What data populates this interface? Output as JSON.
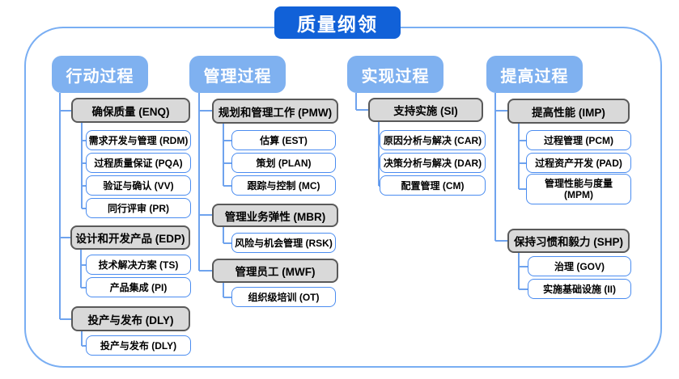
{
  "title": "质量纲领",
  "colors": {
    "title_bg": "#1161d8",
    "column_header_bg": "#7fb1f0",
    "group_fill": "#d9d9d9",
    "group_border": "#595959",
    "leaf_border": "#4a8cf0",
    "connector_line": "#6fa3ee",
    "outer_frame_border": "#79aef3"
  },
  "columns": [
    {
      "header": "行动过程",
      "groups": [
        {
          "label": "确保质量 (ENQ)",
          "children": [
            "需求开发与管理 (RDM)",
            "过程质量保证 (PQA)",
            "验证与确认 (VV)",
            "同行评审 (PR)"
          ]
        },
        {
          "label": "设计和开发产品 (EDP)",
          "children": [
            "技术解决方案 (TS)",
            "产品集成 (PI)"
          ]
        },
        {
          "label": "投产与发布 (DLY)",
          "children": [
            "投产与发布 (DLY)"
          ]
        }
      ]
    },
    {
      "header": "管理过程",
      "groups": [
        {
          "label": "规划和管理工作 (PMW)",
          "children": [
            "估算 (EST)",
            "策划 (PLAN)",
            "跟踪与控制 (MC)"
          ]
        },
        {
          "label": "管理业务弹性 (MBR)",
          "children": [
            "风险与机会管理 (RSK)"
          ]
        },
        {
          "label": "管理员工 (MWF)",
          "children": [
            "组织级培训 (OT)"
          ]
        }
      ]
    },
    {
      "header": "实现过程",
      "groups": [
        {
          "label": "支持实施 (SI)",
          "children": [
            "原因分析与解决 (CAR)",
            "决策分析与解决 (DAR)",
            "配置管理 (CM)"
          ]
        }
      ]
    },
    {
      "header": "提高过程",
      "groups": [
        {
          "label": "提高性能 (IMP)",
          "children": [
            "过程管理 (PCM)",
            "过程资产开发 (PAD)",
            "管理性能与度量 (MPM)"
          ]
        },
        {
          "label": "保持习惯和毅力 (SHP)",
          "children": [
            "治理 (GOV)",
            "实施基础设施 (II)"
          ]
        }
      ]
    }
  ]
}
